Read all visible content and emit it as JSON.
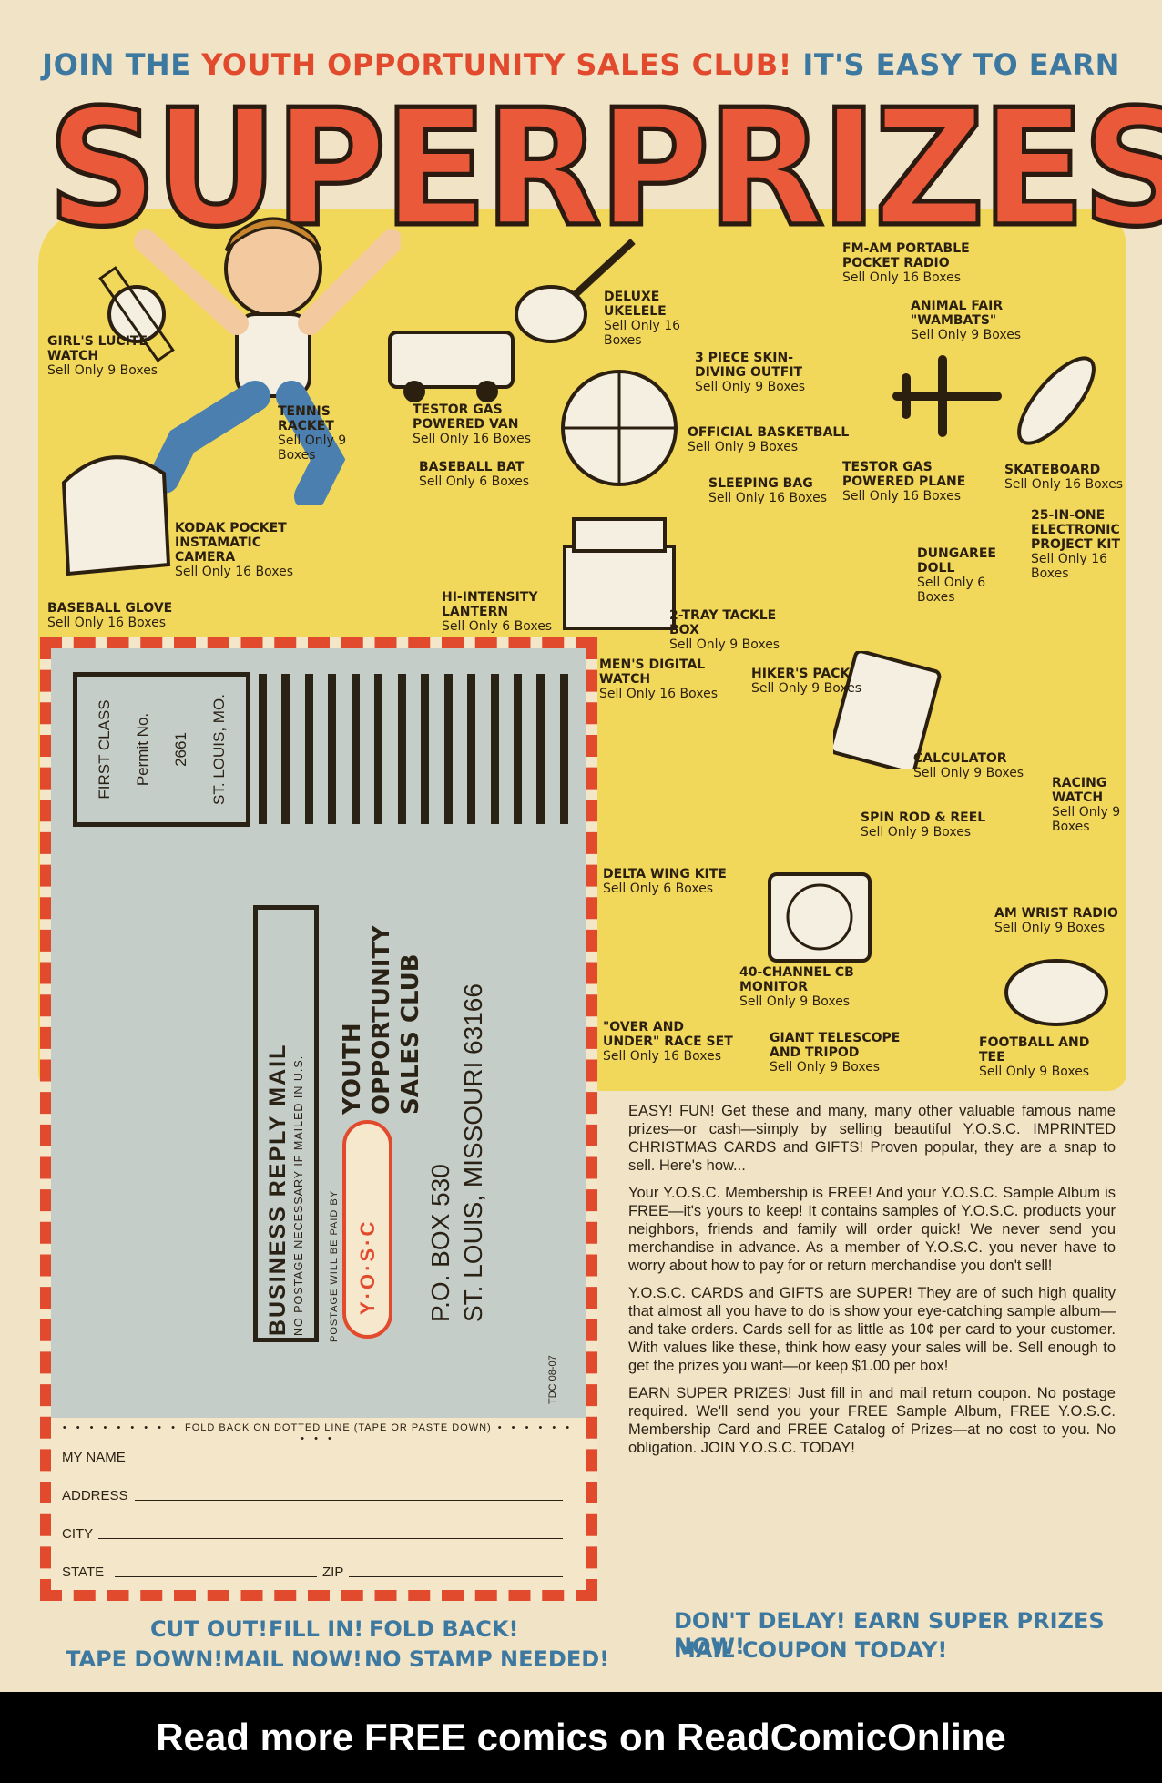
{
  "header": {
    "join": "JOIN THE",
    "club": "YOUTH OPPORTUNITY SALES CLUB!",
    "easy": "IT'S EASY TO EARN",
    "super": "SUPER",
    "prizes": "PRIZES"
  },
  "prizes": [
    {
      "name": "GIRL'S LUCITE WATCH",
      "sell": "Sell Only 9 Boxes"
    },
    {
      "name": "TENNIS RACKET",
      "sell": "Sell Only 9 Boxes"
    },
    {
      "name": "TESTOR GAS POWERED VAN",
      "sell": "Sell Only 16 Boxes"
    },
    {
      "name": "DELUXE UKELELE",
      "sell": "Sell Only 16 Boxes"
    },
    {
      "name": "3 PIECE SKIN-DIVING OUTFIT",
      "sell": "Sell Only 9 Boxes"
    },
    {
      "name": "FM-AM PORTABLE POCKET RADIO",
      "sell": "Sell Only 16 Boxes"
    },
    {
      "name": "ANIMAL FAIR \"WAMBATS\"",
      "sell": "Sell Only 9 Boxes"
    },
    {
      "name": "OFFICIAL BASKETBALL",
      "sell": "Sell Only 9 Boxes"
    },
    {
      "name": "BASEBALL BAT",
      "sell": "Sell Only 6 Boxes"
    },
    {
      "name": "TESTOR GAS POWERED PLANE",
      "sell": "Sell Only 16 Boxes"
    },
    {
      "name": "SKATEBOARD",
      "sell": "Sell Only 16 Boxes"
    },
    {
      "name": "KODAK POCKET INSTAMATIC CAMERA",
      "sell": "Sell Only 16 Boxes"
    },
    {
      "name": "SLEEPING BAG",
      "sell": "Sell Only 16 Boxes"
    },
    {
      "name": "25-IN-ONE ELECTRONIC PROJECT KIT",
      "sell": "Sell Only 16 Boxes"
    },
    {
      "name": "DUNGAREE DOLL",
      "sell": "Sell Only 6 Boxes"
    },
    {
      "name": "BASEBALL GLOVE",
      "sell": "Sell Only 16 Boxes"
    },
    {
      "name": "HI-INTENSITY LANTERN",
      "sell": "Sell Only 6 Boxes"
    },
    {
      "name": "2-TRAY TACKLE BOX",
      "sell": "Sell Only 9 Boxes"
    },
    {
      "name": "MEN'S DIGITAL WATCH",
      "sell": "Sell Only 16 Boxes"
    },
    {
      "name": "HIKER'S PACK",
      "sell": "Sell Only 9 Boxes"
    },
    {
      "name": "CALCULATOR",
      "sell": "Sell Only 9 Boxes"
    },
    {
      "name": "RACING WATCH",
      "sell": "Sell Only 9 Boxes"
    },
    {
      "name": "SPIN ROD & REEL",
      "sell": "Sell Only 9 Boxes"
    },
    {
      "name": "DELTA WING KITE",
      "sell": "Sell Only 6 Boxes"
    },
    {
      "name": "AM WRIST RADIO",
      "sell": "Sell Only 9 Boxes"
    },
    {
      "name": "40-CHANNEL CB MONITOR",
      "sell": "Sell Only 9 Boxes"
    },
    {
      "name": "\"OVER AND UNDER\" RACE SET",
      "sell": "Sell Only 16 Boxes"
    },
    {
      "name": "GIANT TELESCOPE AND TRIPOD",
      "sell": "Sell Only 9 Boxes"
    },
    {
      "name": "FOOTBALL AND TEE",
      "sell": "Sell Only 9 Boxes"
    }
  ],
  "mailer": {
    "first_class": "FIRST CLASS",
    "permit": "Permit No.",
    "permit_no": "2661",
    "city": "ST. LOUIS, MO.",
    "brm": "BUSINESS REPLY MAIL",
    "no_postage": "NO POSTAGE NECESSARY IF MAILED IN U.S.",
    "paid_by": "POSTAGE WILL BE PAID BY",
    "addressee1": "YOUTH",
    "addressee2": "OPPORTUNITY",
    "addressee3": "SALES CLUB",
    "logo": "Y·O·S·C",
    "po": "P.O. BOX 530",
    "address": "ST. LOUIS, MISSOURI 63166",
    "code": "TDC 08-07",
    "fold": "FOLD BACK ON DOTTED LINE (TAPE OR PASTE DOWN)",
    "my_name": "MY NAME",
    "address_label": "ADDRESS",
    "city_label": "CITY",
    "state_label": "STATE",
    "zip_label": "ZIP"
  },
  "instructions": {
    "cut": "CUT OUT!",
    "fill": "FILL IN!",
    "fold": "FOLD BACK!",
    "tape": "TAPE DOWN!",
    "mail": "MAIL NOW!",
    "stamp": "NO STAMP NEEDED!"
  },
  "body": [
    "EASY! FUN! Get these and many, many other valuable famous name prizes—or cash—simply by selling beautiful Y.O.S.C. IMPRINTED CHRISTMAS CARDS and GIFTS! Proven popular, they are a snap to sell. Here's how...",
    "Your Y.O.S.C. Membership is FREE! And your Y.O.S.C. Sample Album is FREE—it's yours to keep! It contains samples of Y.O.S.C. products your neighbors, friends and family will order quick! We never send you merchandise in advance. As a member of Y.O.S.C. you never have to worry about how to pay for or return merchandise you don't sell!",
    "Y.O.S.C. CARDS and GIFTS are SUPER! They are of such high quality that almost all you have to do is show your eye-catching sample album—and take orders. Cards sell for as little as 10¢ per card to your customer. With values like these, think how easy your sales will be. Sell enough to get the prizes you want—or keep $1.00 per box!",
    "EARN SUPER PRIZES! Just fill in and mail return coupon. No postage required. We'll send you your FREE Sample Album, FREE Y.O.S.C. Membership Card and FREE Catalog of Prizes—at no cost to you. No obligation. JOIN Y.O.S.C. TODAY!"
  ],
  "cta": {
    "line1": "DON'T DELAY! EARN SUPER PRIZES NOW!",
    "line2": "MAIL COUPON TODAY!"
  },
  "footer": "Read more FREE comics on ReadComicOnline",
  "colors": {
    "red": "#e24a2e",
    "blue": "#3d78a0",
    "yellow": "#f2d85a",
    "card": "#c5cdc9"
  }
}
